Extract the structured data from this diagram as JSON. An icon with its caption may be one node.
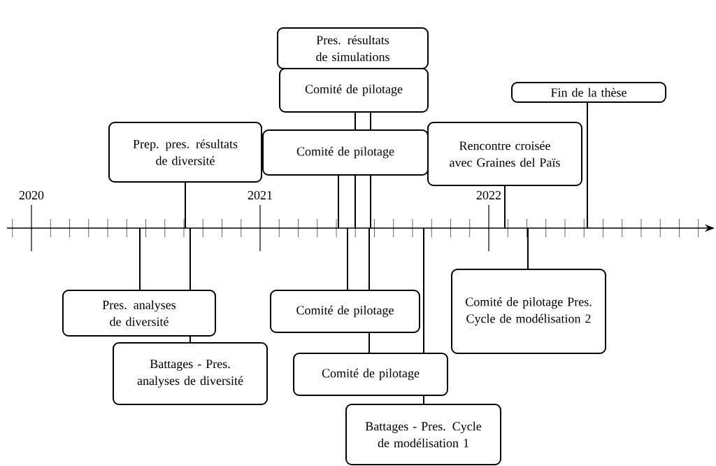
{
  "diagram": {
    "nodes": [
      {
        "text": [
          "Pres. résultats de simulations"
        ]
      },
      {
        "text": [
          "Comité de pilotage"
        ]
      },
      {
        "text": [
          "Fin de la thèse"
        ]
      },
      {
        "text": [
          "Prep. pres. résultats de diversité"
        ]
      },
      {
        "text": [
          "Comité de pilotage"
        ]
      },
      {
        "text": [
          "Rencontre croisée avec Graines del Païs"
        ]
      },
      {
        "text": [
          "Comité de pilotage Pres. Cycle de modélisation 2"
        ]
      },
      {
        "text": [
          "Pres. analyses de diversité"
        ]
      },
      {
        "text": [
          "Comité de pilotage"
        ]
      },
      {
        "text": [
          "Battages - Pres. analyses de diversité"
        ]
      },
      {
        "text": [
          "Comité de pilotage"
        ]
      },
      {
        "text": [
          "Battages - Pres. Cycle de modélisation 1"
        ]
      }
    ],
    "edges": [
      {
        "from": 0,
        "to": null,
        "arrow": "none"
      },
      {
        "from": 1,
        "to": null,
        "arrow": "none"
      },
      {
        "from": 2,
        "to": null,
        "arrow": "none"
      },
      {
        "from": 3,
        "to": null,
        "arrow": "none"
      },
      {
        "from": 4,
        "to": null,
        "arrow": "none"
      },
      {
        "from": 5,
        "to": null,
        "arrow": "none"
      },
      {
        "from": 6,
        "to": null,
        "arrow": "none"
      },
      {
        "from": 7,
        "to": null,
        "arrow": "none"
      },
      {
        "from": 8,
        "to": null,
        "arrow": "none"
      },
      {
        "from": 9,
        "to": null,
        "arrow": "none"
      },
      {
        "from": 10,
        "to": null,
        "arrow": "none"
      },
      {
        "from": 11,
        "to": null,
        "arrow": "none"
      }
    ],
    "labels": [
      "2020",
      "2021",
      "2022"
    ]
  }
}
